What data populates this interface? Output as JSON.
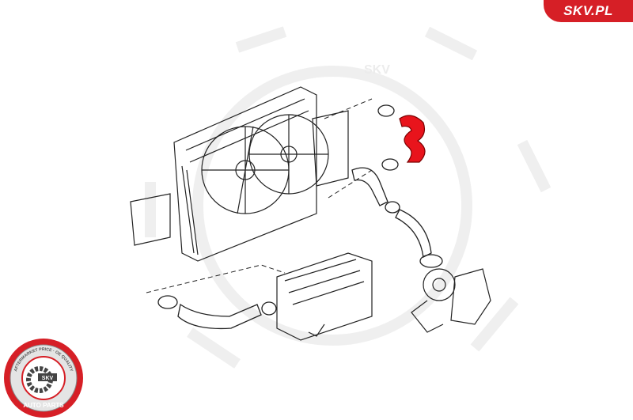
{
  "brand": {
    "label": "SKV.PL",
    "color": "#d61f26"
  },
  "badge": {
    "top_text": "AFTERMARKET PRICE · OE QUALITY",
    "center_text": "SKV",
    "bottom_text": "AUTO PARTS"
  },
  "watermark": {
    "text": "SKV"
  },
  "diagram": {
    "highlight_color": "#e8141c",
    "highlighted_part": "intercooler-hose"
  }
}
